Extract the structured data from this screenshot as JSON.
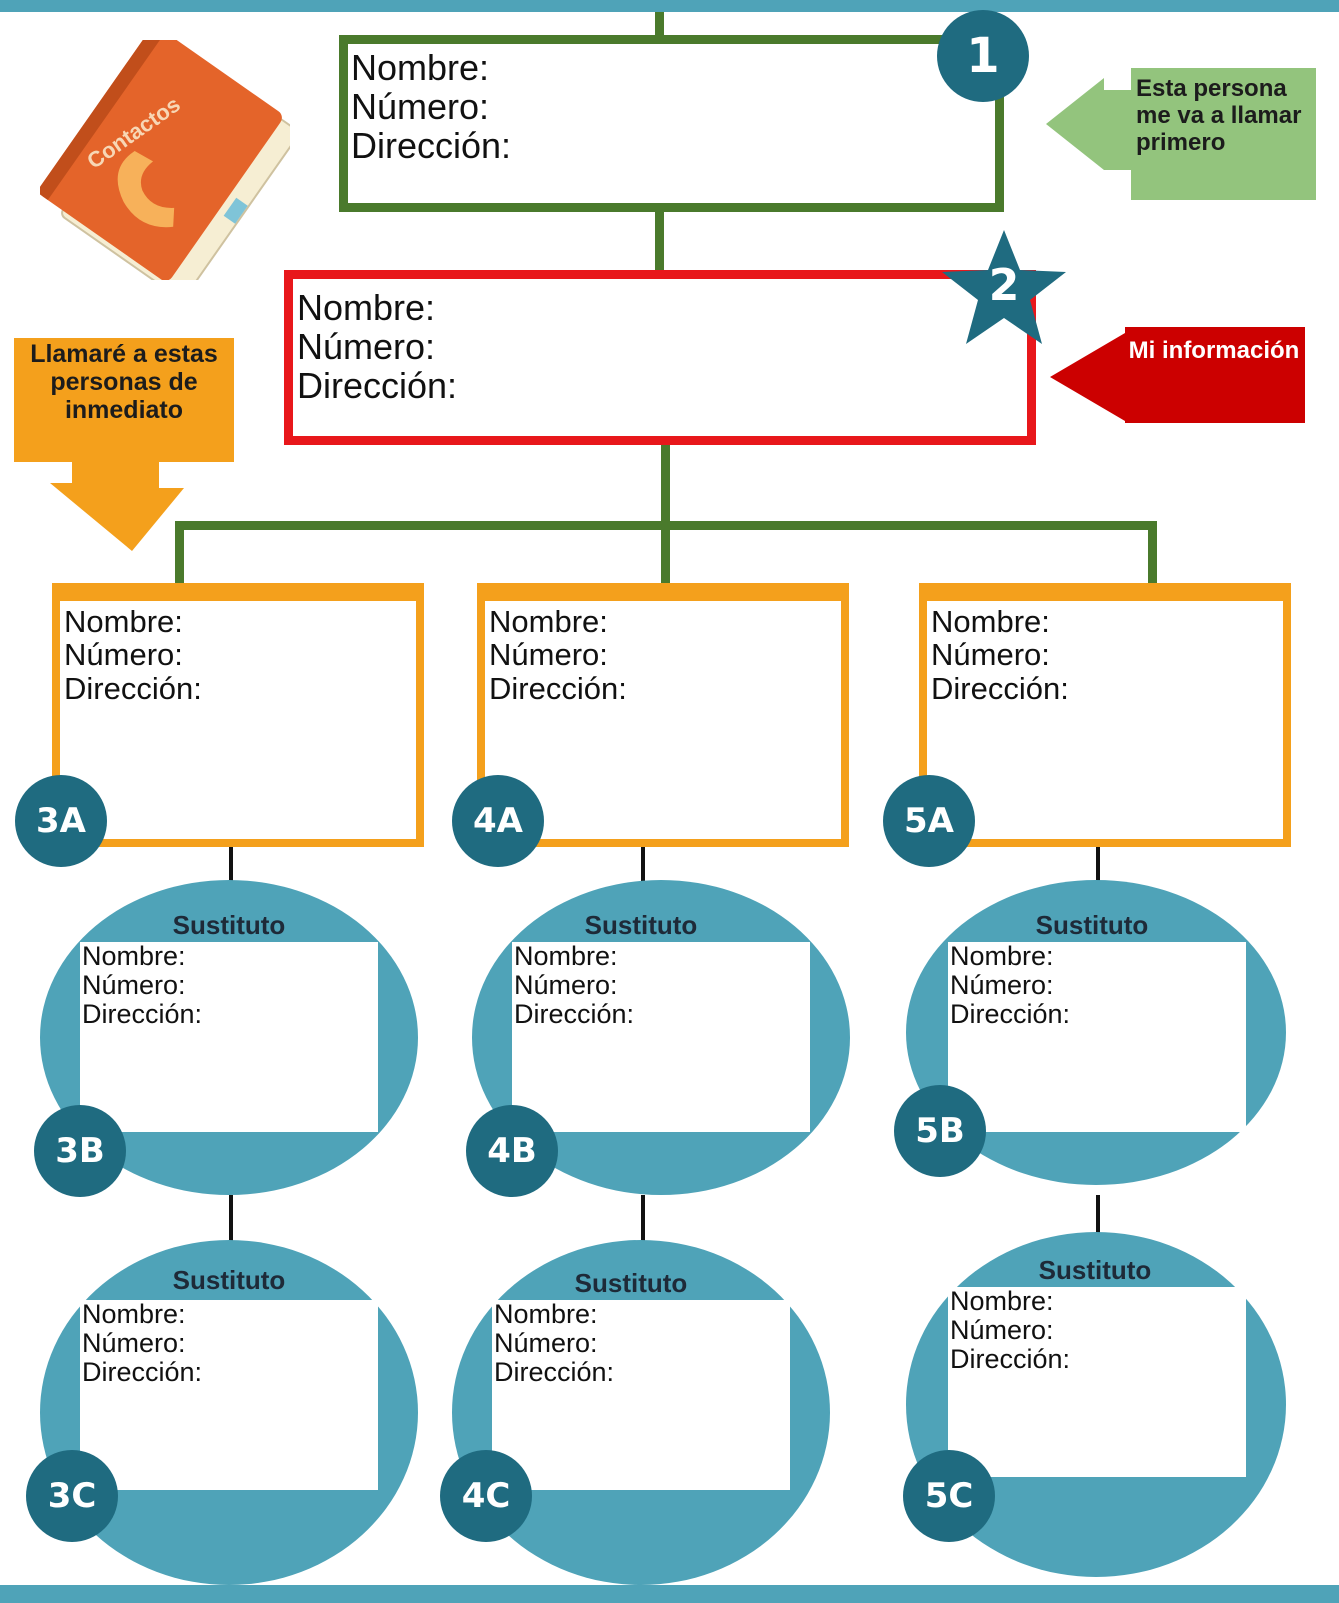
{
  "colors": {
    "teal": "#4fa3b8",
    "dark_teal": "#1f6b80",
    "green": "#4a7a2c",
    "red": "#e8171b",
    "orange": "#f4a01c",
    "light_green": "#93c47d",
    "dark_red": "#cc0000"
  },
  "fields": {
    "name": "Nombre:",
    "number": "Número:",
    "address": "Dirección:"
  },
  "substitute_title": "Sustituto",
  "contacts_book": {
    "label": "Contactos",
    "icon": "phone-book-icon"
  },
  "callouts": {
    "first_call": "Esta persona me va a llamar primero",
    "my_info": "Mi información",
    "call_immediately": "Llamaré a estas personas de inmediato"
  },
  "badges": {
    "b1": "1",
    "b2": "2",
    "b3a": "3A",
    "b4a": "4A",
    "b5a": "5A",
    "b3b": "3B",
    "b4b": "4B",
    "b5b": "5B",
    "b3c": "3C",
    "b4c": "4C",
    "b5c": "5C"
  }
}
